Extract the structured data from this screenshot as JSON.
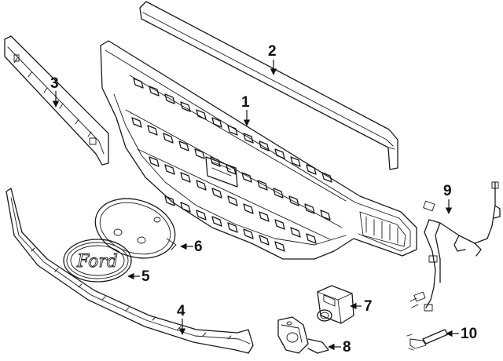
{
  "diagram": {
    "callouts": [
      {
        "id": "p1",
        "label": "1"
      },
      {
        "id": "p2",
        "label": "2"
      },
      {
        "id": "p3",
        "label": "3"
      },
      {
        "id": "p4",
        "label": "4"
      },
      {
        "id": "p5",
        "label": "5"
      },
      {
        "id": "p6",
        "label": "6"
      },
      {
        "id": "p7",
        "label": "7"
      },
      {
        "id": "p8",
        "label": "8"
      },
      {
        "id": "p9",
        "label": "9"
      },
      {
        "id": "p10",
        "label": "10"
      }
    ],
    "emblem_text": "Ford"
  }
}
